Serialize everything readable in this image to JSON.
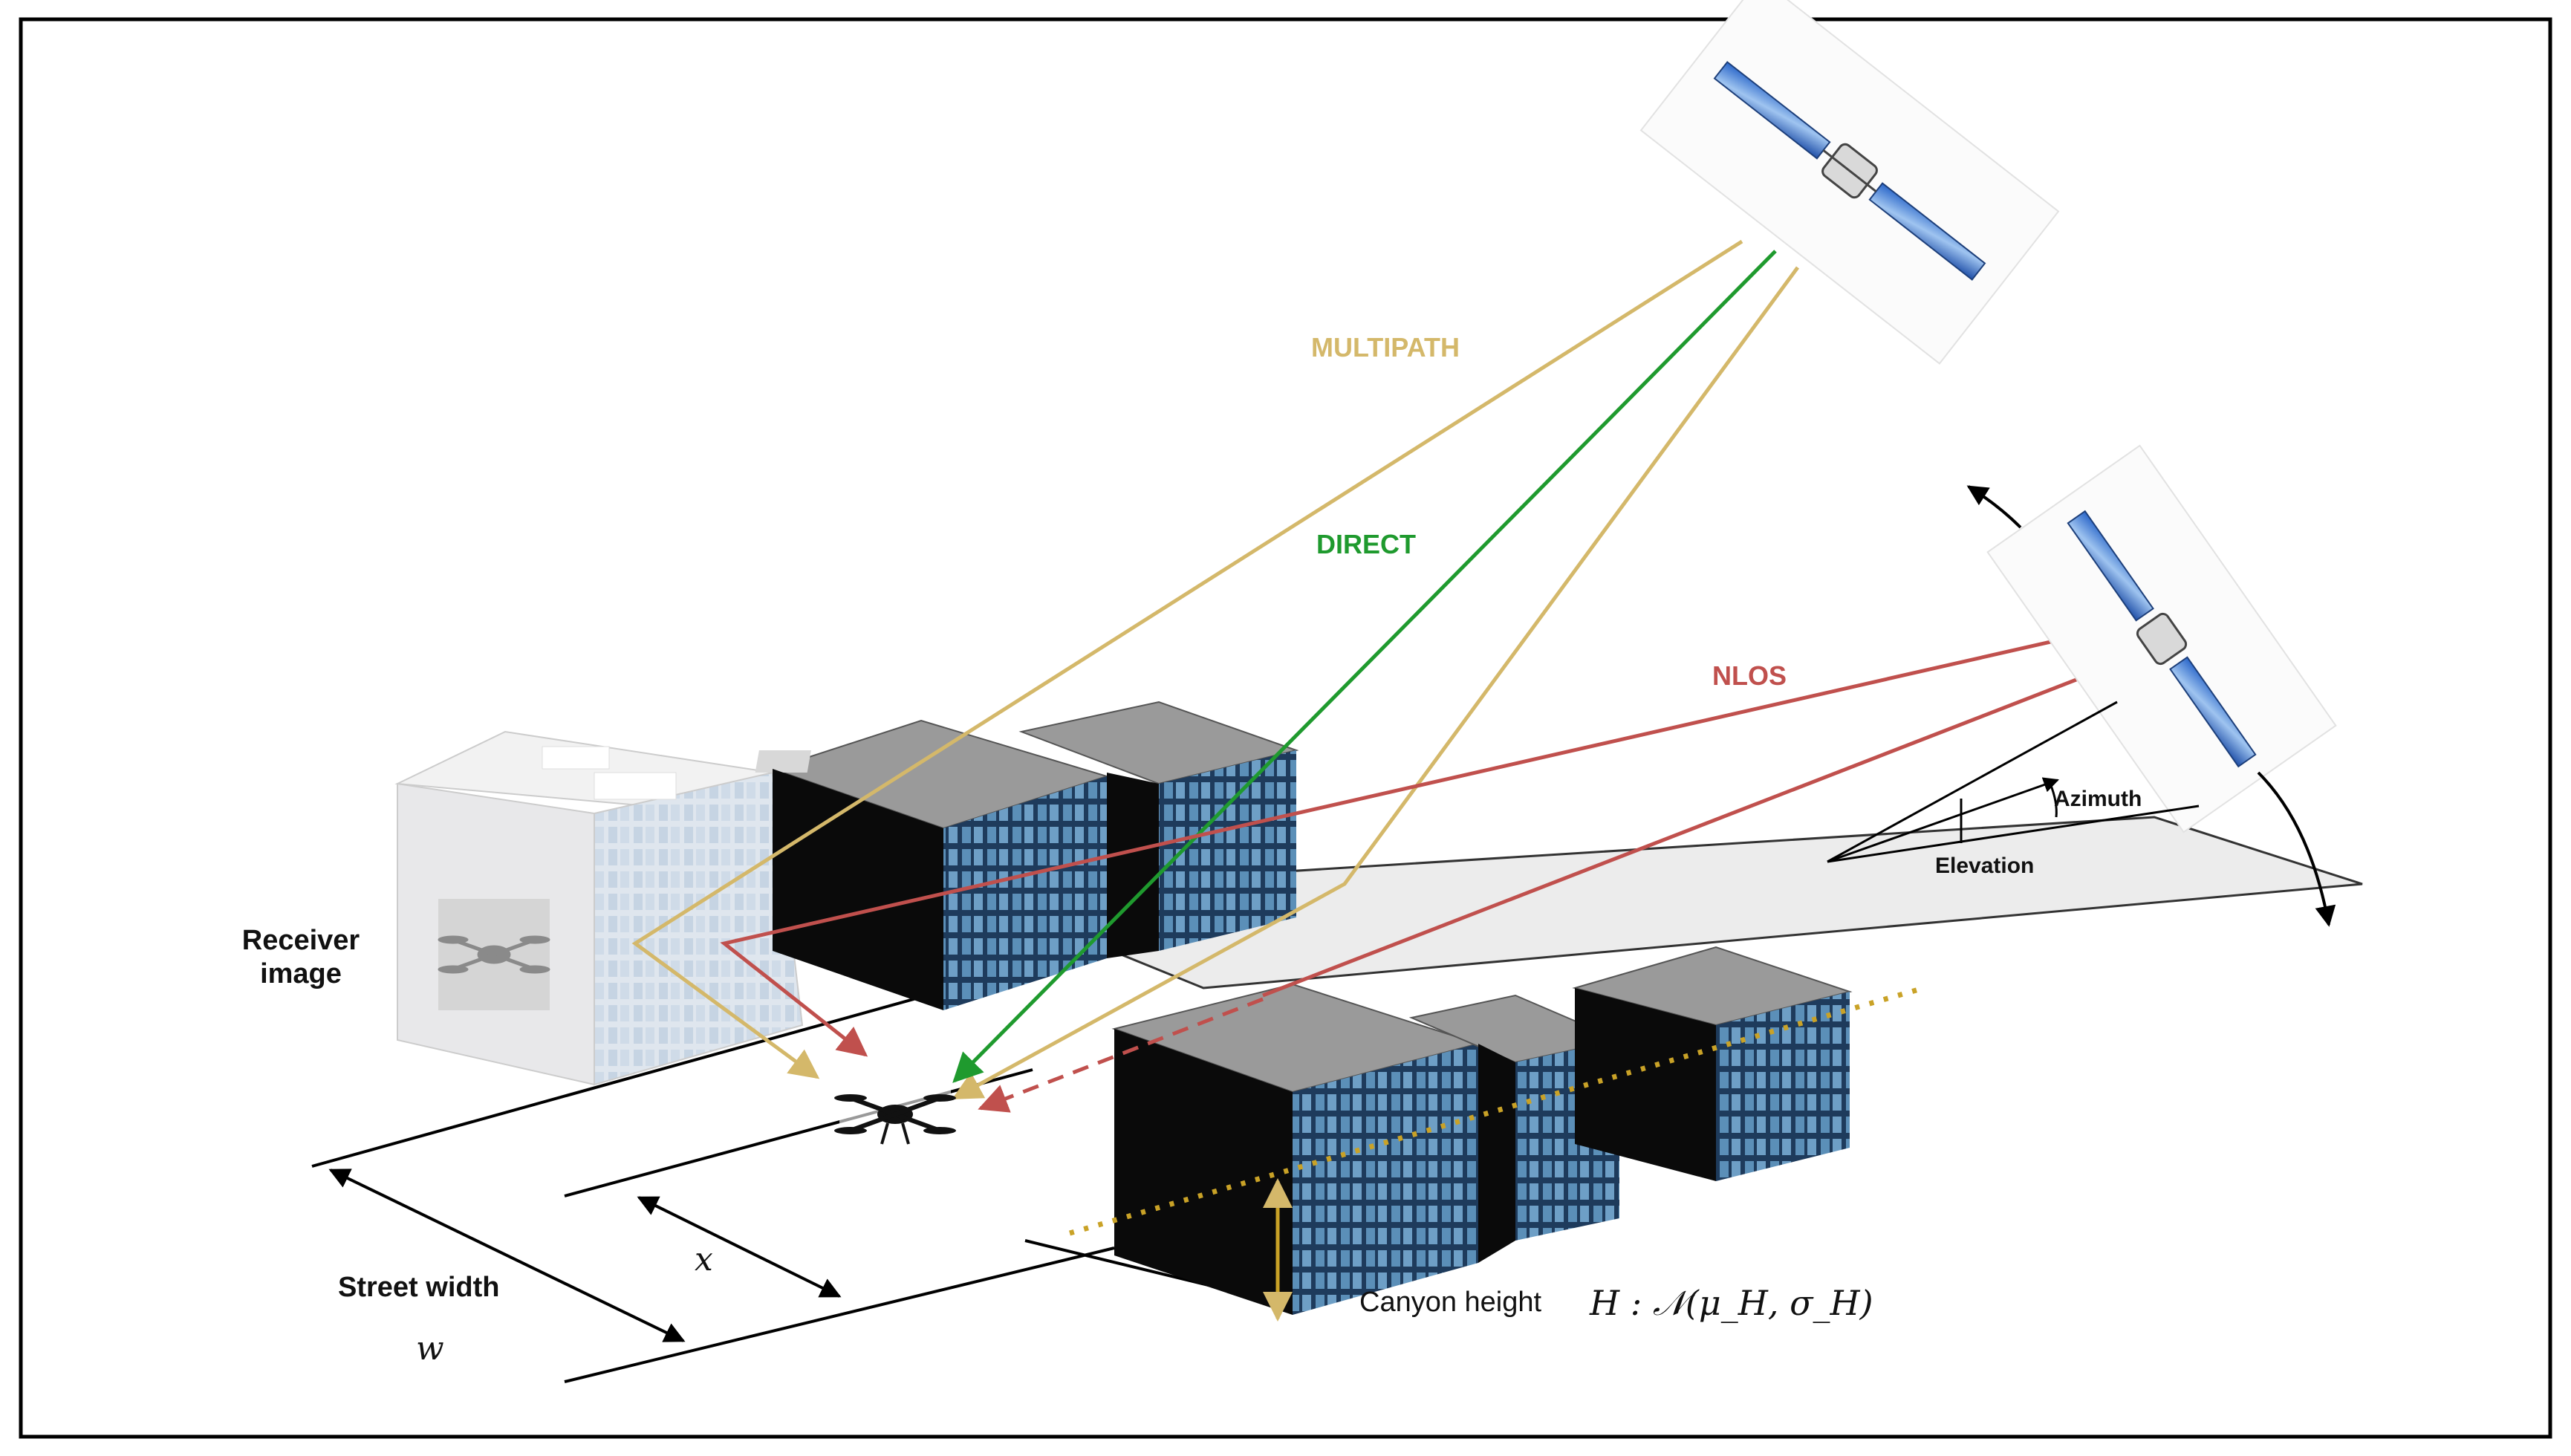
{
  "labels": {
    "multipath": "MULTIPATH",
    "direct": "DIRECT",
    "nlos": "NLOS",
    "azimuth": "Azimuth",
    "elevation": "Elevation",
    "receiver_image_line1": "Receiver",
    "receiver_image_line2": "image",
    "street_width": "Street width",
    "street_width_symbol": "w",
    "offset_symbol": "x",
    "canyon_height": "Canyon height",
    "canyon_height_formula": "H : 𝒩(μ_H, σ_H)"
  },
  "colors": {
    "multipath": "#d4b86a",
    "direct": "#1f9a2e",
    "nlos": "#c0504d",
    "canyon_dotted": "#c9a227",
    "frame": "#000000",
    "building_side": "#1e3b5c",
    "building_window": "#5b8fb8"
  },
  "icons": {
    "satellite": "satellite-icon",
    "drone": "drone-icon"
  }
}
